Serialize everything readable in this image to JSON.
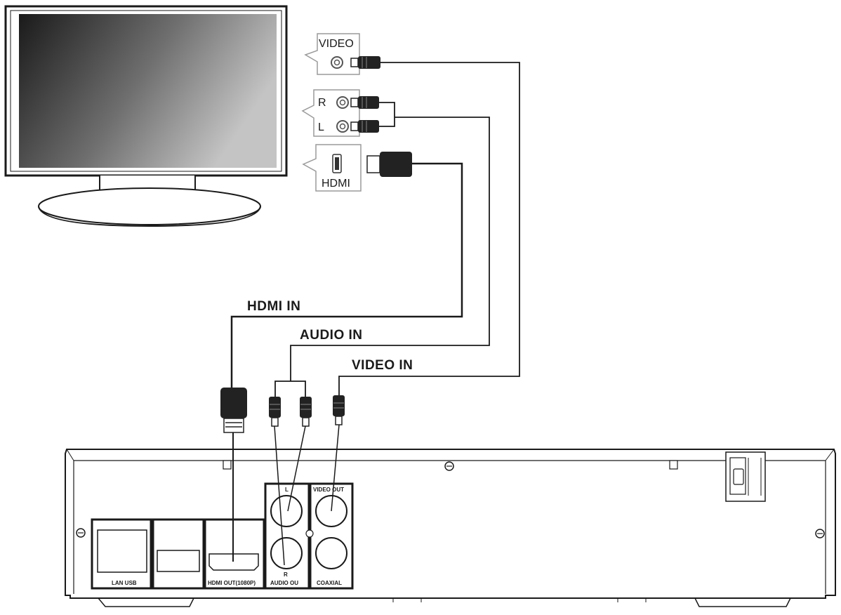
{
  "tv_ports": {
    "video_label": "VIDEO",
    "audio_right_label": "R",
    "audio_left_label": "L",
    "hdmi_label": "HDMI"
  },
  "cable_labels": {
    "hdmi_in": "HDMI IN",
    "audio_in": "AUDIO IN",
    "video_in": "VIDEO IN"
  },
  "player_panel": {
    "lan_usb": "LAN USB",
    "hdmi_out": "HDMI OUT(1080P)",
    "audio_out": "AUDIO OU",
    "audio_l": "L",
    "audio_r": "R",
    "video_out": "VIDEO OUT",
    "coaxial": "COAXIAL"
  },
  "colors": {
    "line": "#1a1a1a",
    "plug": "#222222",
    "screen_dark": "#1c1c1c",
    "screen_light": "#bdbdbd"
  }
}
